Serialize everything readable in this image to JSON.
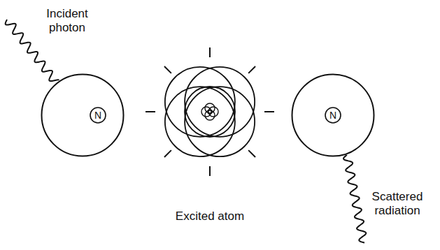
{
  "diagram": {
    "nodes": [
      {
        "text": [
          "N"
        ]
      },
      {
        "text": [
          "Excited atom"
        ]
      },
      {
        "text": [
          "N"
        ]
      }
    ],
    "labels": [
      "Incident photon",
      "Scattered radiation"
    ]
  }
}
